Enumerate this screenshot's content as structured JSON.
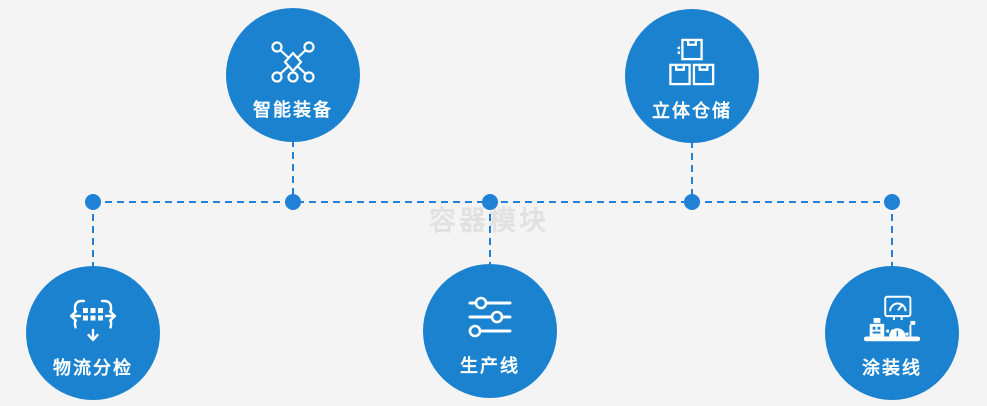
{
  "diagram": {
    "title_hint": "industrial-capability-diagram",
    "watermark": {
      "text": "容器模块",
      "color": "#e2e1e1"
    },
    "colors": {
      "background": "#f4f4f4",
      "node_fill": "#1b82d0",
      "connector": "#2380d4",
      "junction_dot": "#1f82d6",
      "label_text": "#ffffff",
      "icon_stroke": "#ffffff"
    },
    "connectors": {
      "style": "dashed",
      "layout": "horizontal-bus-with-branches",
      "junctions": 5
    },
    "nodes": [
      {
        "id": "smart-equipment",
        "label": "智能装备",
        "icon": "network-nodes-icon",
        "row": "top"
      },
      {
        "id": "warehouse-storage",
        "label": "立体仓储",
        "icon": "stacked-boxes-icon",
        "row": "top"
      },
      {
        "id": "logistics-sorting",
        "label": "物流分检",
        "icon": "sorting-arrows-icon",
        "row": "bottom"
      },
      {
        "id": "production-line",
        "label": "生产线",
        "icon": "sliders-icon",
        "row": "bottom"
      },
      {
        "id": "painting-line",
        "label": "涂装线",
        "icon": "machine-console-icon",
        "row": "bottom"
      }
    ]
  }
}
